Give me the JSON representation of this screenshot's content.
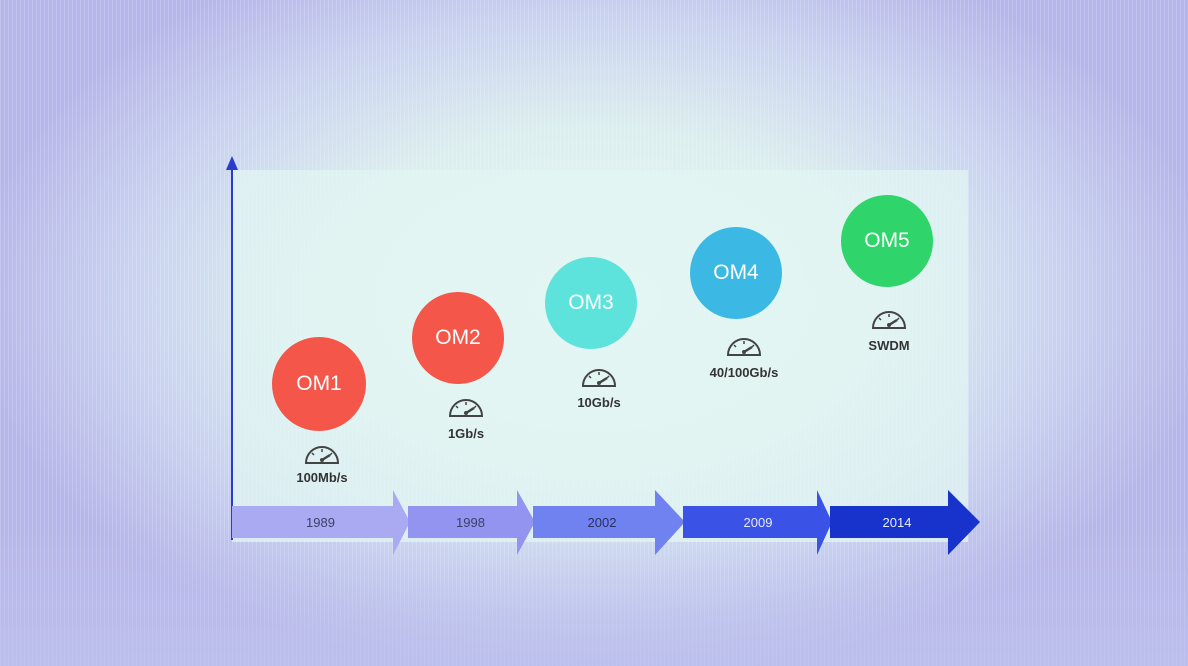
{
  "milestones": [
    {
      "label": "OM1",
      "speed": "100Mb/s",
      "year": "1989",
      "color": "#f4564a",
      "arrow_color": "#aaaaf2",
      "year_color": "#3a3f6a"
    },
    {
      "label": "OM2",
      "speed": "1Gb/s",
      "year": "1998",
      "color": "#f4564a",
      "arrow_color": "#9393f0",
      "year_color": "#3a3f6a"
    },
    {
      "label": "OM3",
      "speed": "10Gb/s",
      "year": "2002",
      "color": "#5ee3dc",
      "arrow_color": "#6f82ef",
      "year_color": "#2a3060"
    },
    {
      "label": "OM4",
      "speed": "40/100Gb/s",
      "year": "2009",
      "color": "#3bb9e4",
      "arrow_color": "#3a52e6",
      "year_color": "#e8ecff"
    },
    {
      "label": "OM5",
      "speed": "SWDM",
      "year": "2014",
      "color": "#2fd46a",
      "arrow_color": "#1833cc",
      "year_color": "#e8ecff"
    }
  ],
  "axis_color": "#2a3ccc"
}
